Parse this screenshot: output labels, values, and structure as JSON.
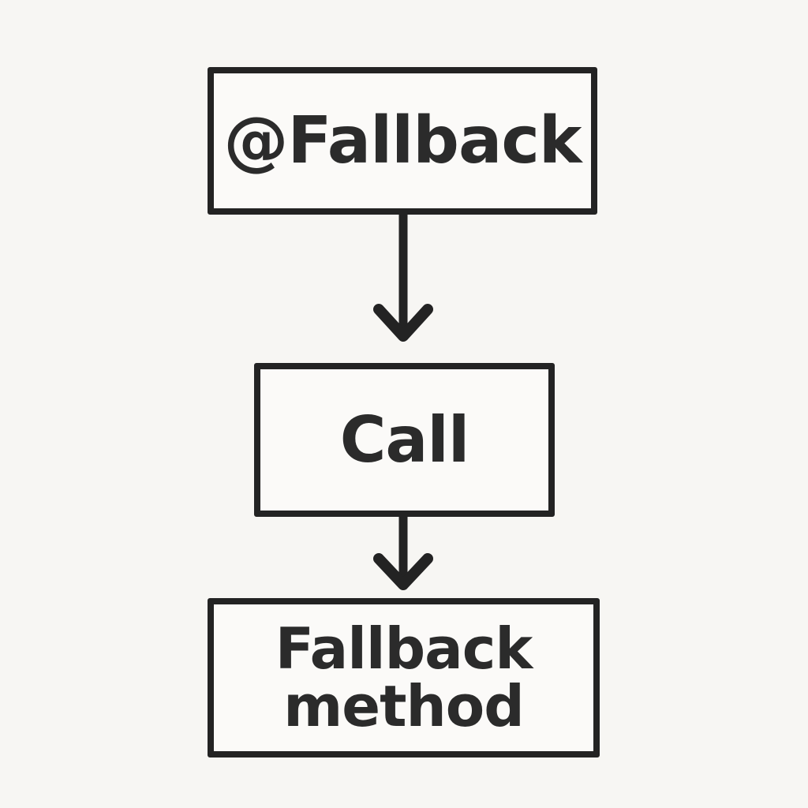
{
  "colors": {
    "canvas-bg": "#f7f6f3",
    "node-bg": "#fbfaf8",
    "stroke": "#232323",
    "text": "#2b2b2b"
  },
  "diagram": {
    "type": "flowchart",
    "direction": "top-down",
    "nodes": [
      {
        "id": "fallback-annotation",
        "label": "@Fallback"
      },
      {
        "id": "call",
        "label": "Call"
      },
      {
        "id": "fallback-method",
        "label_lines": [
          "Fallback",
          "method"
        ]
      }
    ],
    "edges": [
      {
        "from": "fallback-annotation",
        "to": "call",
        "style": "arrow-down"
      },
      {
        "from": "call",
        "to": "fallback-method",
        "style": "arrow-down"
      }
    ]
  }
}
